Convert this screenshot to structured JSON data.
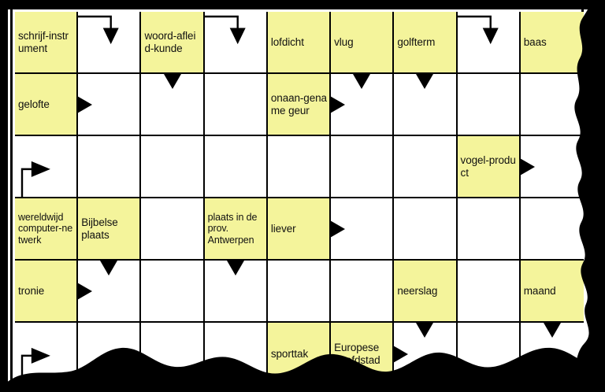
{
  "puzzle": {
    "type": "arrow-word crossword (Zweedse puzzel)",
    "language": "Dutch",
    "columns": 9,
    "rows": 6,
    "colors": {
      "clue_cell": "#f4f49b",
      "answer_cell": "#ffffff",
      "grid_line": "#000000",
      "page_edge": "#000000"
    },
    "grid": [
      [
        {
          "kind": "clue",
          "text": "schrijf-­instrument"
        },
        {
          "kind": "empty",
          "arrow": "bend-left-down"
        },
        {
          "kind": "clue",
          "text": "woord-­afleid-­kunde"
        },
        {
          "kind": "empty",
          "arrow": "bend-left-down"
        },
        {
          "kind": "clue",
          "text": "lofdicht"
        },
        {
          "kind": "clue",
          "text": "vlug"
        },
        {
          "kind": "clue",
          "text": "golfterm"
        },
        {
          "kind": "empty",
          "arrow": "bend-left-down"
        },
        {
          "kind": "clue",
          "text": "baas"
        }
      ],
      [
        {
          "kind": "clue",
          "text": "gelofte"
        },
        {
          "kind": "empty",
          "arrow": "right-simple"
        },
        {
          "kind": "empty",
          "arrow": "down-simple"
        },
        {
          "kind": "empty",
          "arrow": "none"
        },
        {
          "kind": "clue",
          "text": "onaan-­gename geur"
        },
        {
          "kind": "empty",
          "arrow": "right-down-pair"
        },
        {
          "kind": "empty",
          "arrow": "down-simple"
        },
        {
          "kind": "empty",
          "arrow": "none"
        },
        {
          "kind": "empty",
          "arrow": "none"
        }
      ],
      [
        {
          "kind": "empty",
          "arrow": "bend-bottom-right"
        },
        {
          "kind": "empty",
          "arrow": "none"
        },
        {
          "kind": "empty",
          "arrow": "none"
        },
        {
          "kind": "empty",
          "arrow": "none"
        },
        {
          "kind": "empty",
          "arrow": "none"
        },
        {
          "kind": "empty",
          "arrow": "none"
        },
        {
          "kind": "empty",
          "arrow": "none"
        },
        {
          "kind": "clue",
          "text": "vogel-­product"
        },
        {
          "kind": "empty",
          "arrow": "right-simple"
        }
      ],
      [
        {
          "kind": "clue",
          "text": "wereldwijd computer-­netwerk"
        },
        {
          "kind": "clue",
          "text": "Bijbelse plaats"
        },
        {
          "kind": "empty",
          "arrow": "none"
        },
        {
          "kind": "clue",
          "text": "plaats in de prov. Antwerpen"
        },
        {
          "kind": "clue",
          "text": "liever"
        },
        {
          "kind": "empty",
          "arrow": "right-simple"
        },
        {
          "kind": "empty",
          "arrow": "none"
        },
        {
          "kind": "empty",
          "arrow": "none"
        },
        {
          "kind": "empty",
          "arrow": "none"
        }
      ],
      [
        {
          "kind": "clue",
          "text": "tronie"
        },
        {
          "kind": "empty",
          "arrow": "right-down-pair"
        },
        {
          "kind": "empty",
          "arrow": "none"
        },
        {
          "kind": "empty",
          "arrow": "down-simple"
        },
        {
          "kind": "empty",
          "arrow": "none"
        },
        {
          "kind": "empty",
          "arrow": "none"
        },
        {
          "kind": "clue",
          "text": "neerslag"
        },
        {
          "kind": "empty",
          "arrow": "none"
        },
        {
          "kind": "clue",
          "text": "maand"
        }
      ],
      [
        {
          "kind": "empty",
          "arrow": "bend-bottom-right"
        },
        {
          "kind": "empty",
          "arrow": "none"
        },
        {
          "kind": "empty",
          "arrow": "none"
        },
        {
          "kind": "empty",
          "arrow": "none"
        },
        {
          "kind": "clue",
          "text": "sporttak"
        },
        {
          "kind": "clue",
          "text": "Europese hoofdstad"
        },
        {
          "kind": "empty",
          "arrow": "right-down-pair"
        },
        {
          "kind": "empty",
          "arrow": "none"
        },
        {
          "kind": "empty",
          "arrow": "down-simple"
        }
      ]
    ]
  }
}
